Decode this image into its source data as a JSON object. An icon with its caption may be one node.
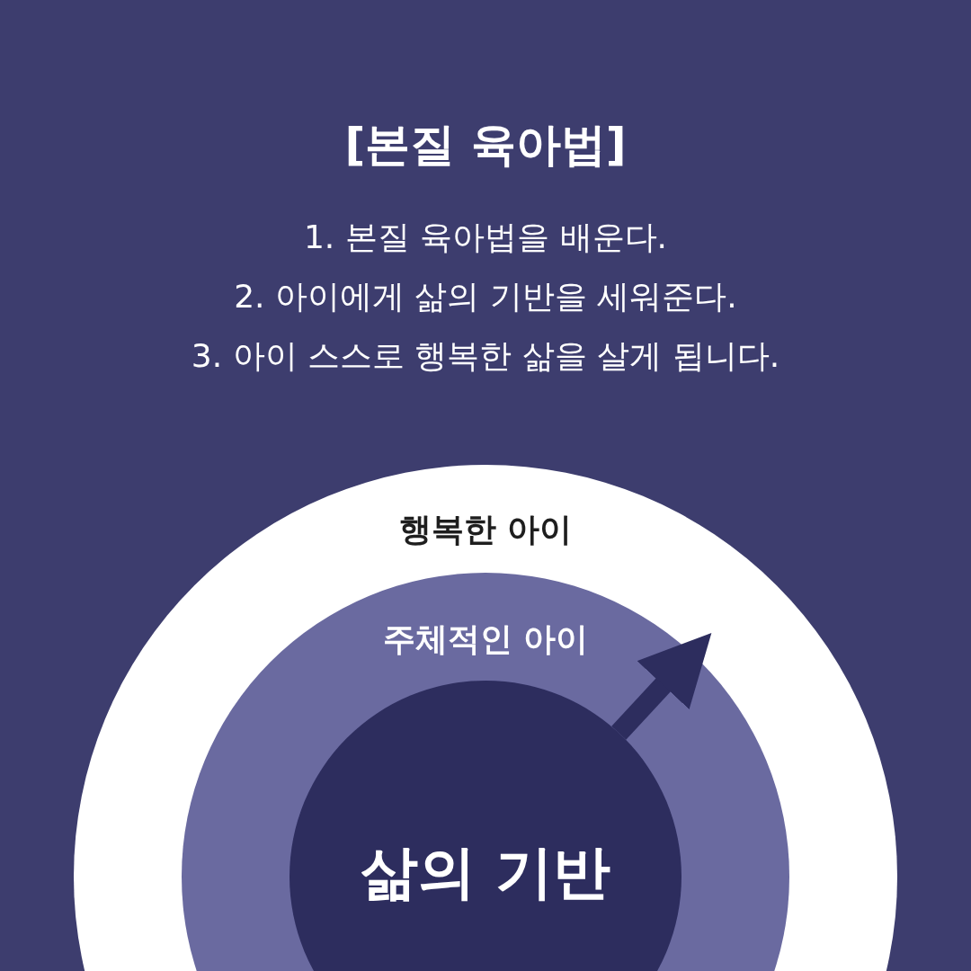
{
  "diagram": {
    "title": "[본질 육아법]",
    "nodes": [
      {
        "text": [
          "행복한 아이"
        ]
      },
      {
        "text": [
          "주체적인 아이"
        ],
        "in": 0
      },
      {
        "text": [
          "삶의 기반"
        ],
        "in": 1
      }
    ],
    "labels": [
      "1. 본질 육아법을 배운다.",
      "2. 아이에게 삶의 기반을 세워준다.",
      "3. 아이 스스로 행복한 삶을 살게 됩니다."
    ]
  }
}
